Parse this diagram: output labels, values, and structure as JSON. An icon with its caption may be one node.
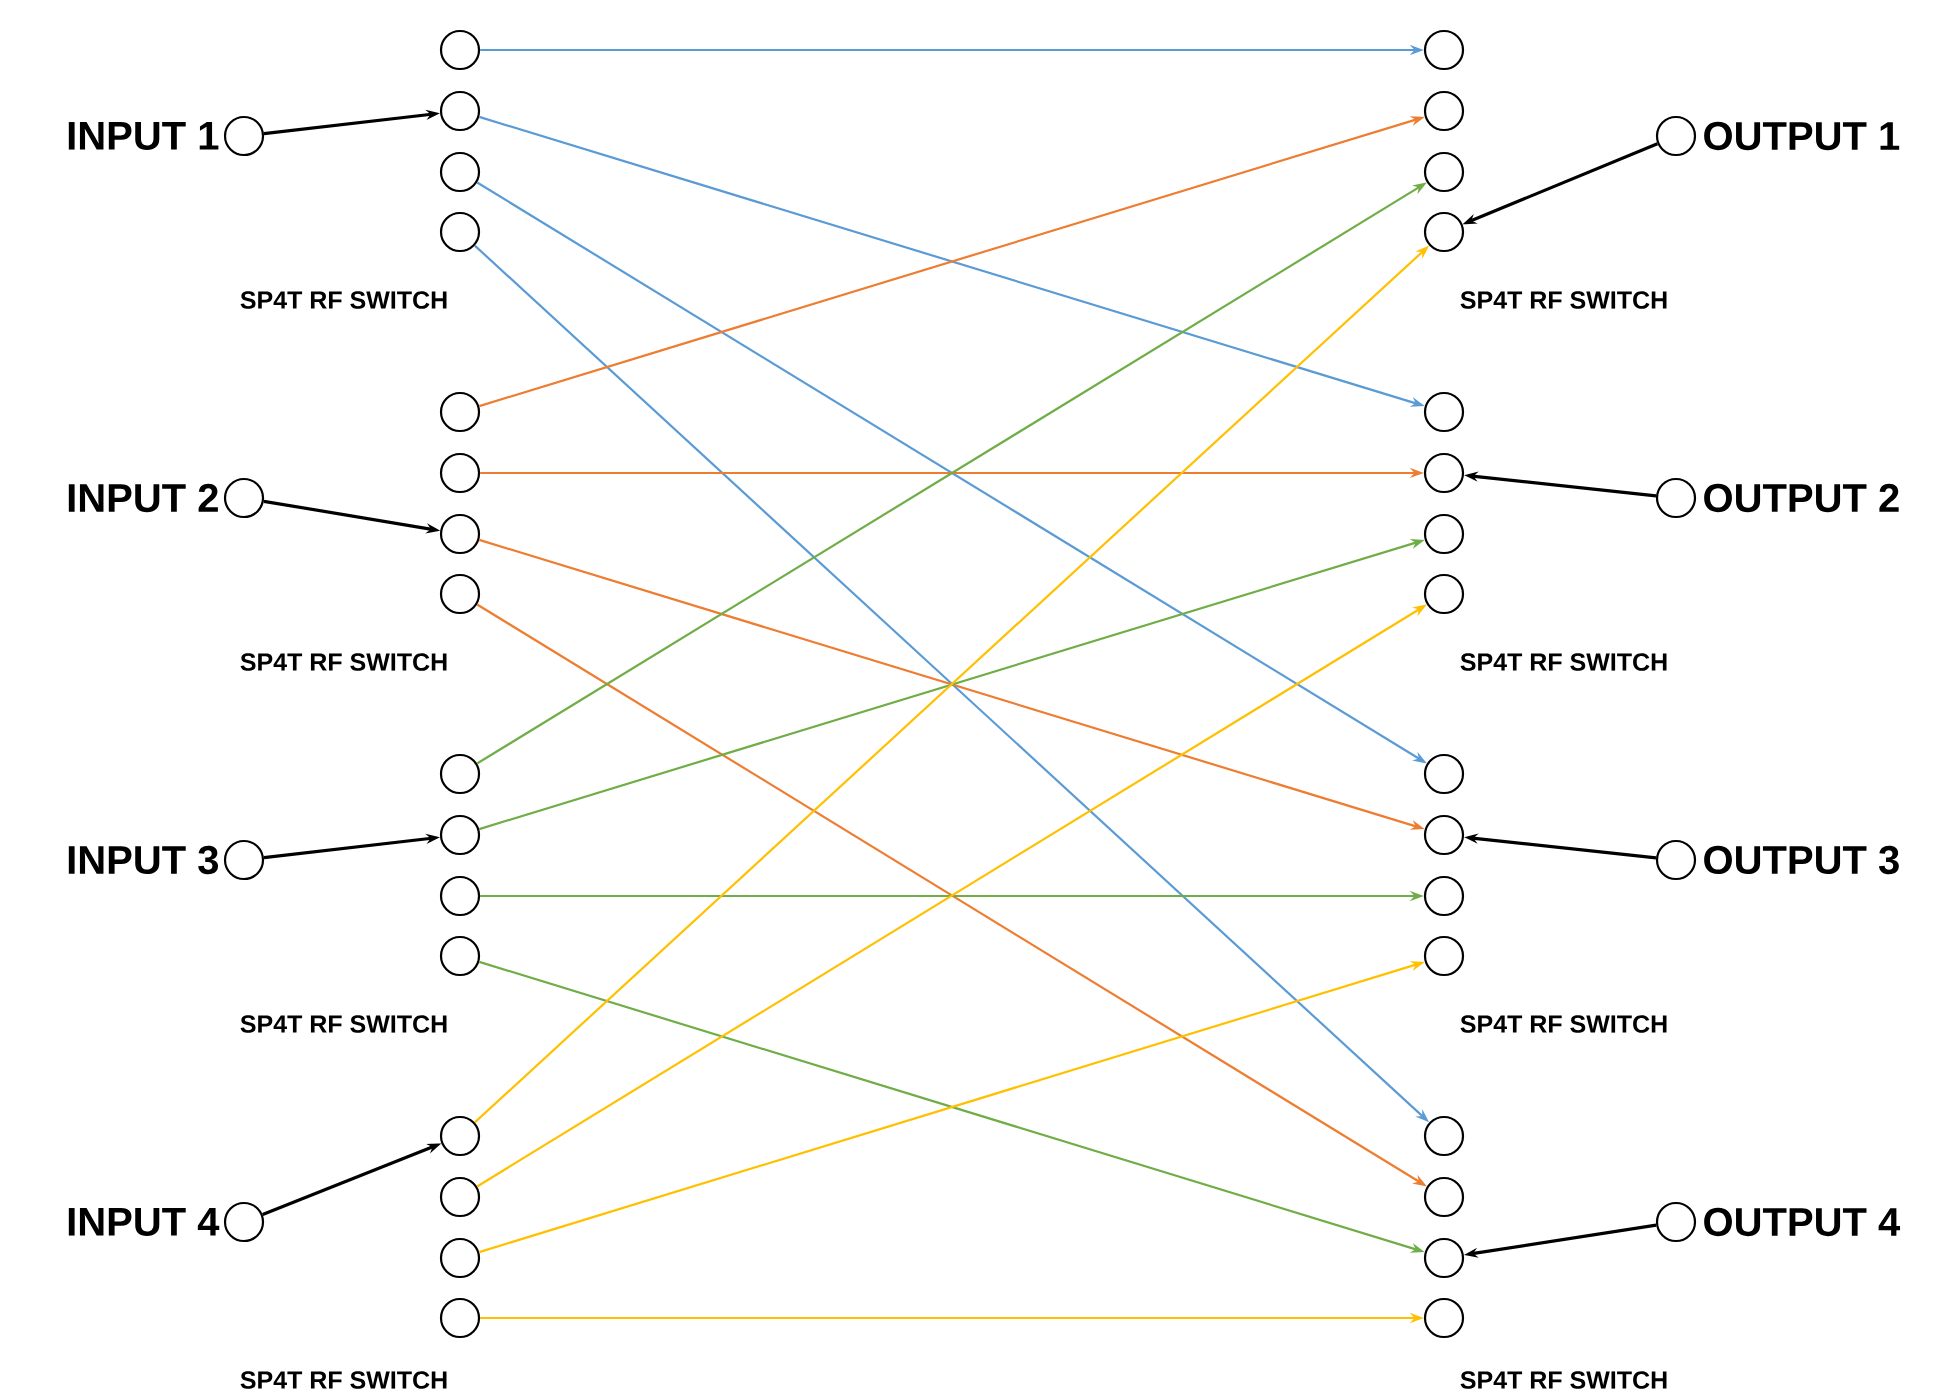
{
  "diagram": {
    "nodes": [
      {
        "text": [],
        "shape": "circle",
        "beside": [
          "INPUT 1"
        ]
      },
      {
        "text": [],
        "shape": "circle",
        "beside": [
          "INPUT 2"
        ]
      },
      {
        "text": [],
        "shape": "circle",
        "beside": [
          "INPUT 3"
        ]
      },
      {
        "text": [],
        "shape": "circle",
        "beside": [
          "INPUT 4"
        ]
      },
      {
        "text": [],
        "shape": "circle"
      },
      {
        "text": [],
        "shape": "circle"
      },
      {
        "text": [],
        "shape": "circle"
      },
      {
        "text": [],
        "shape": "circle"
      },
      {
        "text": [],
        "shape": "circle"
      },
      {
        "text": [],
        "shape": "circle"
      },
      {
        "text": [],
        "shape": "circle"
      },
      {
        "text": [],
        "shape": "circle"
      },
      {
        "text": [],
        "shape": "circle"
      },
      {
        "text": [],
        "shape": "circle"
      },
      {
        "text": [],
        "shape": "circle"
      },
      {
        "text": [],
        "shape": "circle"
      },
      {
        "text": [],
        "shape": "circle"
      },
      {
        "text": [],
        "shape": "circle"
      },
      {
        "text": [],
        "shape": "circle"
      },
      {
        "text": [],
        "shape": "circle"
      },
      {
        "text": [],
        "shape": "circle"
      },
      {
        "text": [],
        "shape": "circle"
      },
      {
        "text": [],
        "shape": "circle"
      },
      {
        "text": [],
        "shape": "circle"
      },
      {
        "text": [],
        "shape": "circle"
      },
      {
        "text": [],
        "shape": "circle"
      },
      {
        "text": [],
        "shape": "circle"
      },
      {
        "text": [],
        "shape": "circle"
      },
      {
        "text": [],
        "shape": "circle"
      },
      {
        "text": [],
        "shape": "circle"
      },
      {
        "text": [],
        "shape": "circle"
      },
      {
        "text": [],
        "shape": "circle"
      },
      {
        "text": [],
        "shape": "circle"
      },
      {
        "text": [],
        "shape": "circle"
      },
      {
        "text": [],
        "shape": "circle"
      },
      {
        "text": [],
        "shape": "circle"
      },
      {
        "text": [],
        "shape": "circle",
        "beside": [
          "OUTPUT 1"
        ]
      },
      {
        "text": [],
        "shape": "circle",
        "beside": [
          "OUTPUT 2"
        ]
      },
      {
        "text": [],
        "shape": "circle",
        "beside": [
          "OUTPUT 3"
        ]
      },
      {
        "text": [],
        "shape": "circle",
        "beside": [
          "OUTPUT 4"
        ]
      }
    ],
    "edges": [
      {
        "from": 0,
        "to": 5,
        "arrow": "to"
      },
      {
        "from": 1,
        "to": 10,
        "arrow": "to"
      },
      {
        "from": 2,
        "to": 13,
        "arrow": "to"
      },
      {
        "from": 3,
        "to": 16,
        "arrow": "to"
      },
      {
        "from": 4,
        "to": 20,
        "arrow": "to",
        "color": "#5b9bd5"
      },
      {
        "from": 5,
        "to": 24,
        "arrow": "to",
        "color": "#5b9bd5"
      },
      {
        "from": 6,
        "to": 28,
        "arrow": "to",
        "color": "#5b9bd5"
      },
      {
        "from": 7,
        "to": 32,
        "arrow": "to",
        "color": "#5b9bd5"
      },
      {
        "from": 8,
        "to": 21,
        "arrow": "to",
        "color": "#ed7d31"
      },
      {
        "from": 9,
        "to": 25,
        "arrow": "to",
        "color": "#ed7d31"
      },
      {
        "from": 10,
        "to": 29,
        "arrow": "to",
        "color": "#ed7d31"
      },
      {
        "from": 11,
        "to": 33,
        "arrow": "to",
        "color": "#ed7d31"
      },
      {
        "from": 12,
        "to": 22,
        "arrow": "to",
        "color": "#70ad47"
      },
      {
        "from": 13,
        "to": 26,
        "arrow": "to",
        "color": "#70ad47"
      },
      {
        "from": 14,
        "to": 30,
        "arrow": "to",
        "color": "#70ad47"
      },
      {
        "from": 15,
        "to": 34,
        "arrow": "to",
        "color": "#70ad47"
      },
      {
        "from": 16,
        "to": 23,
        "arrow": "to",
        "color": "#ffc000"
      },
      {
        "from": 17,
        "to": 27,
        "arrow": "to",
        "color": "#ffc000"
      },
      {
        "from": 18,
        "to": 31,
        "arrow": "to",
        "color": "#ffc000"
      },
      {
        "from": 19,
        "to": 35,
        "arrow": "to",
        "color": "#ffc000"
      },
      {
        "from": 36,
        "to": 23,
        "arrow": "to"
      },
      {
        "from": 37,
        "to": 25,
        "arrow": "to"
      },
      {
        "from": 38,
        "to": 29,
        "arrow": "to"
      },
      {
        "from": 39,
        "to": 34,
        "arrow": "to"
      }
    ],
    "labels": [
      "SP4T RF SWITCH",
      "SP4T RF SWITCH",
      "SP4T RF SWITCH",
      "SP4T RF SWITCH",
      "SP4T RF SWITCH",
      "SP4T RF SWITCH",
      "SP4T RF SWITCH",
      "SP4T RF SWITCH"
    ]
  }
}
